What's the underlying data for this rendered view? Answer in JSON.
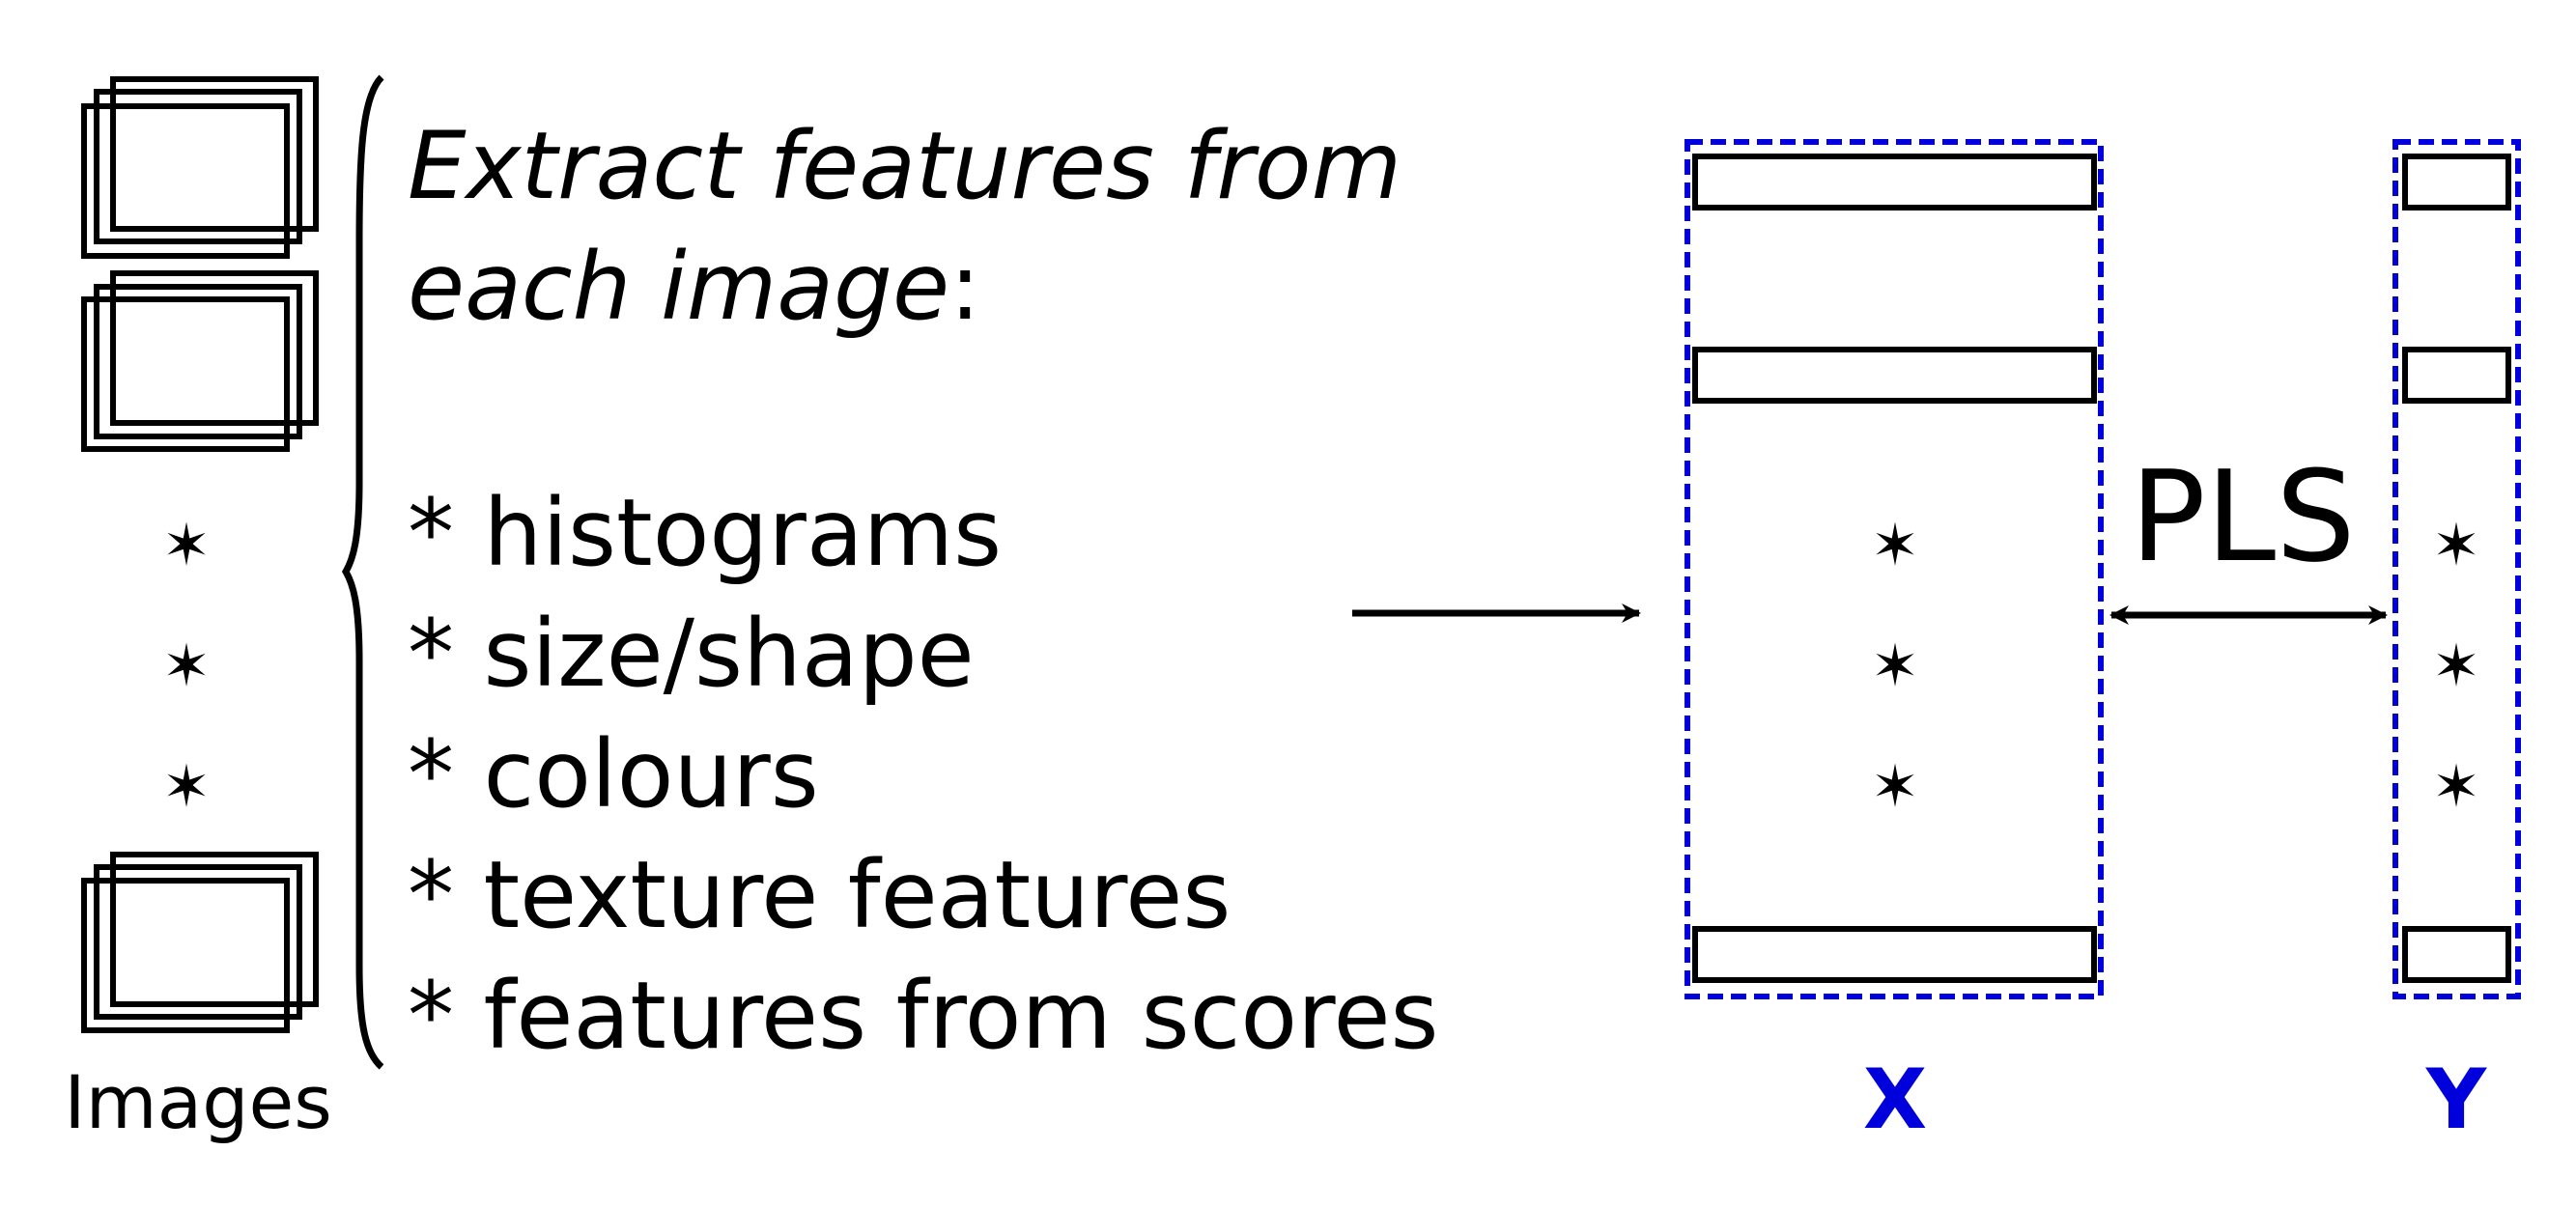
{
  "images_label": "Images",
  "extract_line1": "Extract features from",
  "extract_line2_italic": "each image",
  "extract_line2_colon": ":",
  "features": [
    "* histograms",
    "* size/shape",
    "* colours",
    "* texture features",
    "* features from scores"
  ],
  "method_label": "PLS",
  "x_label": "X",
  "y_label": "Y",
  "dots_glyph": "✶",
  "colors": {
    "matrix_border": "#0000dd",
    "matrix_label": "#0000dd",
    "ink": "#000000"
  }
}
